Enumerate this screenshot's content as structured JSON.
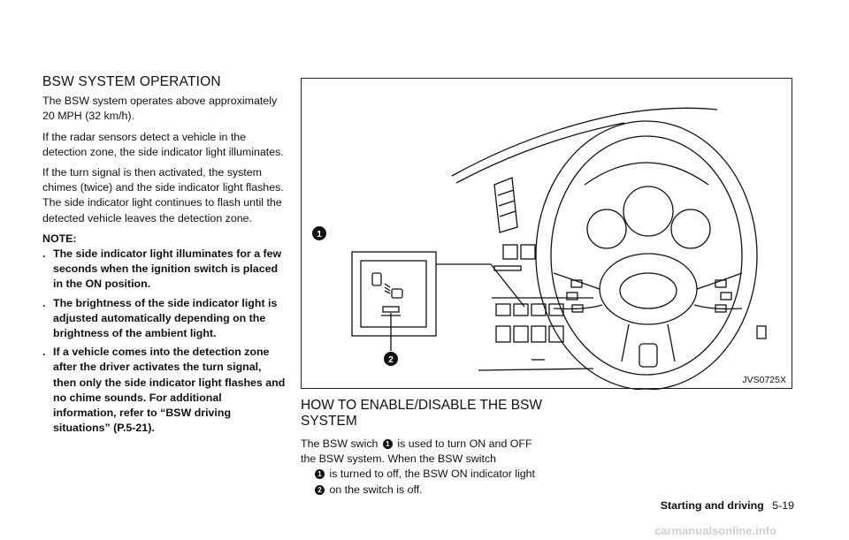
{
  "left": {
    "heading": "BSW SYSTEM OPERATION",
    "p1": "The BSW system operates above approximately 20 MPH (32 km/h).",
    "p2": "If the radar sensors detect a vehicle in the detection zone, the side indicator light illuminates.",
    "p3": "If the turn signal is then activated, the system chimes (twice) and the side indicator light flashes. The side indicator light continues to flash until the detected vehicle leaves the detection zone.",
    "note_label": "NOTE:",
    "bullet_mark": ".",
    "bullets": [
      "The side indicator light illuminates for a few seconds when the ignition switch is placed in the ON position.",
      "The brightness of the side indicator light is adjusted automatically depending on the brightness of the ambient light.",
      "If a vehicle comes into the detection zone after the driver activates the turn signal, then only the side indicator light flashes and no chime sounds. For additional information, refer to “BSW driving situations” (P.5-21)."
    ]
  },
  "figure": {
    "code": "JVS0725X",
    "callout_1": "1",
    "callout_2": "2"
  },
  "right": {
    "heading": "HOW TO ENABLE/DISABLE THE BSW SYSTEM",
    "t1": "The BSW swich",
    "t2": "is used to turn ON and OFF the BSW system. When the BSW switch",
    "t3": "is turned to off, the BSW ON indicator light",
    "t4": "on the switch is off.",
    "c1": "1",
    "c2": "2"
  },
  "footer": {
    "section": "Starting and driving",
    "page": "5-19"
  },
  "watermark": "carmanualsonline.info"
}
